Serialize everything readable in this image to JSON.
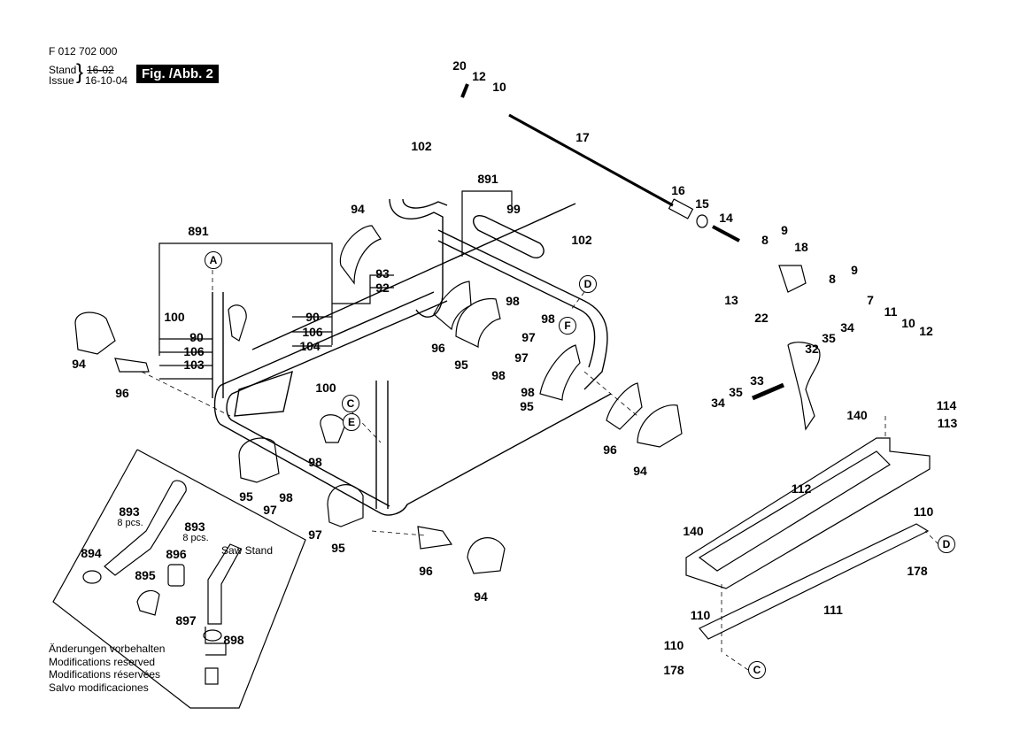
{
  "header": {
    "part_number": "F 012 702 000",
    "stand_label": "Stand",
    "issue_label": "Issue",
    "old_date": "16-02",
    "issue_date": "16-10-04",
    "figure_label": "Fig. /Abb. 2"
  },
  "notes": [
    "Änderungen vorbehalten",
    "Modifications reserved",
    "Modifications réservées",
    "Salvo modificaciones"
  ],
  "inset": {
    "title": "Saw Stand",
    "qty_a": "8 pcs.",
    "qty_b": "8 pcs."
  },
  "labels": [
    "20",
    "12",
    "10",
    "17",
    "102",
    "891",
    "99",
    "16",
    "15",
    "14",
    "94",
    "891",
    "102",
    "8",
    "9",
    "18",
    "93",
    "92",
    "9",
    "8",
    "13",
    "7",
    "100",
    "90",
    "98",
    "98",
    "22",
    "11",
    "106",
    "90",
    "104",
    "96",
    "97",
    "35",
    "34",
    "10",
    "12",
    "106",
    "32",
    "94",
    "103",
    "95",
    "97",
    "98",
    "96",
    "100",
    "98",
    "95",
    "33",
    "35",
    "34",
    "114",
    "140",
    "113",
    "96",
    "94",
    "98",
    "95",
    "98",
    "97",
    "893",
    "893",
    "112",
    "110",
    "95",
    "97",
    "140",
    "896",
    "894",
    "96",
    "94",
    "178",
    "895",
    "111",
    "897",
    "898",
    "110",
    "110",
    "178"
  ],
  "callouts": [
    "A",
    "D",
    "F",
    "C",
    "E",
    "D",
    "C"
  ]
}
